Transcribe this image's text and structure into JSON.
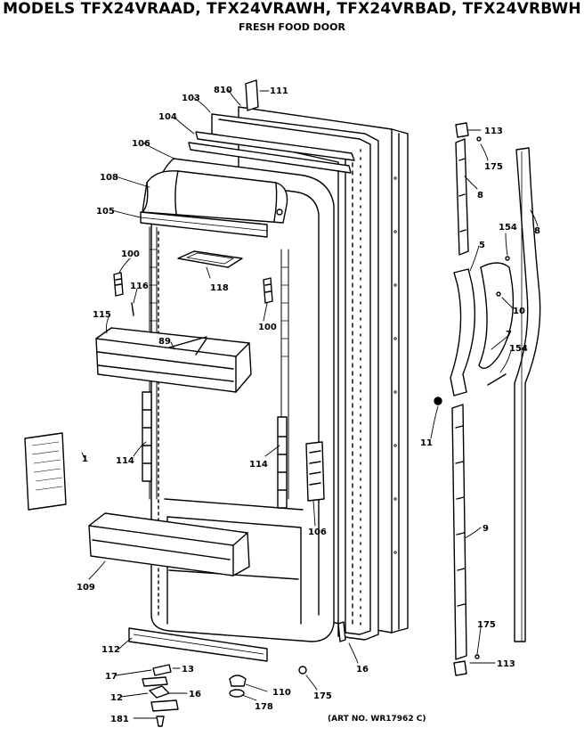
{
  "header": {
    "title": "MODELS TFX24VRAAD, TFX24VRAWH, TFX24VRBAD, TFX24VRBWH",
    "subtitle": "FRESH FOOD DOOR"
  },
  "footer": {
    "art_number": "(ART NO. WR17962 C)"
  },
  "callouts": {
    "p111": "111",
    "p810": "810",
    "p103": "103",
    "p104": "104",
    "p106a": "106",
    "p108": "108",
    "p105": "105",
    "p100a": "100",
    "p116": "116",
    "p118": "118",
    "p100b": "100",
    "p115": "115",
    "p89": "89",
    "p1": "1",
    "p114a": "114",
    "p114b": "114",
    "p106b": "106",
    "p109": "109",
    "p112": "112",
    "p17": "17",
    "p13": "13",
    "p12": "12",
    "p16a": "16",
    "p181": "181",
    "p110": "110",
    "p178": "178",
    "p175a": "175",
    "p16b": "16",
    "p113a": "113",
    "p175b": "175",
    "p8a": "8",
    "p154a": "154",
    "p5": "5",
    "p8b": "8",
    "p10": "10",
    "p7": "7",
    "p154b": "154",
    "p11": "11",
    "p9": "9",
    "p175c": "175",
    "p113b": "113"
  }
}
